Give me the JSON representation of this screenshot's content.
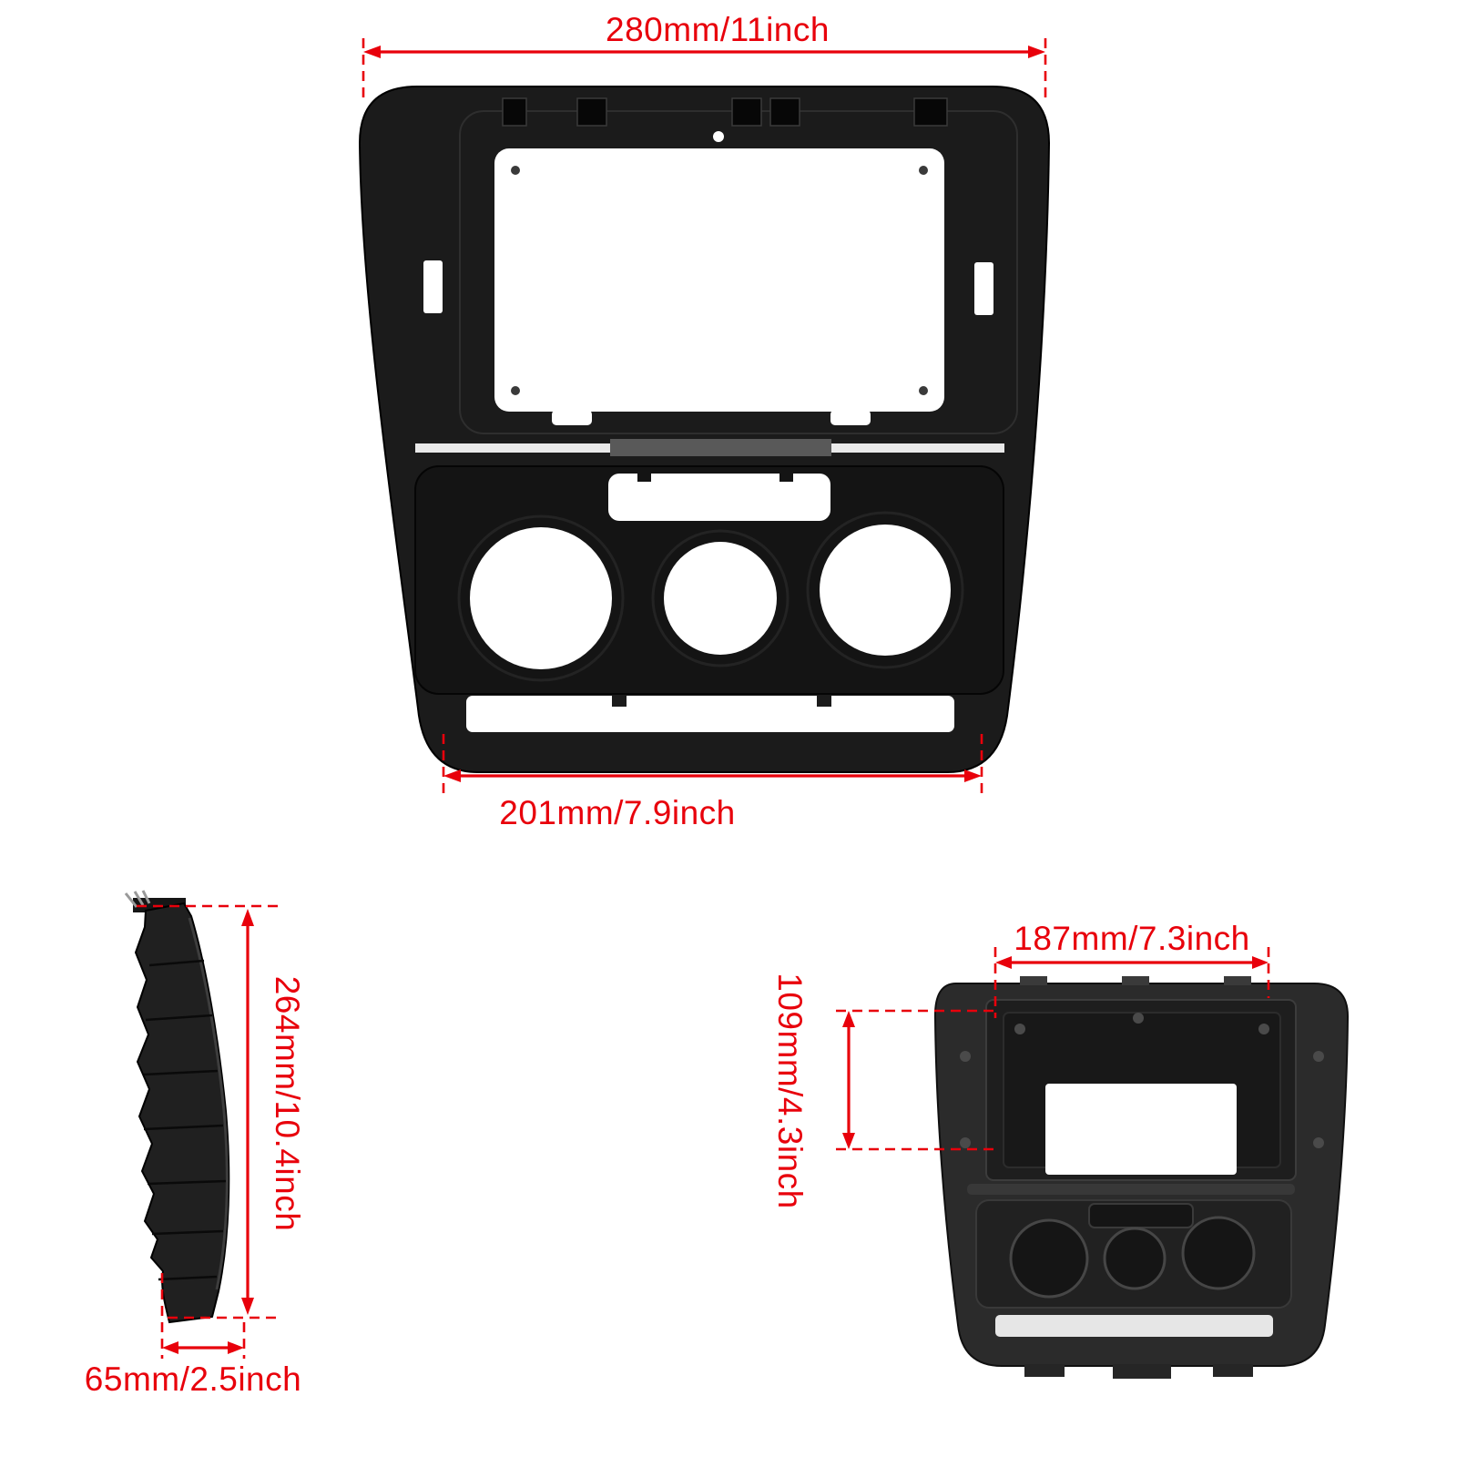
{
  "dimensions": {
    "front_top_width": "280mm/11inch",
    "front_bottom_width": "201mm/7.9inch",
    "side_height": "264mm/10.4inch",
    "side_depth": "65mm/2.5inch",
    "rear_opening_width": "187mm/7.3inch",
    "rear_opening_height": "109mm/4.3inch"
  },
  "colors": {
    "dimension_red": "#e8000b",
    "fascia_black": "#1b1b1b",
    "background": "#ffffff"
  }
}
